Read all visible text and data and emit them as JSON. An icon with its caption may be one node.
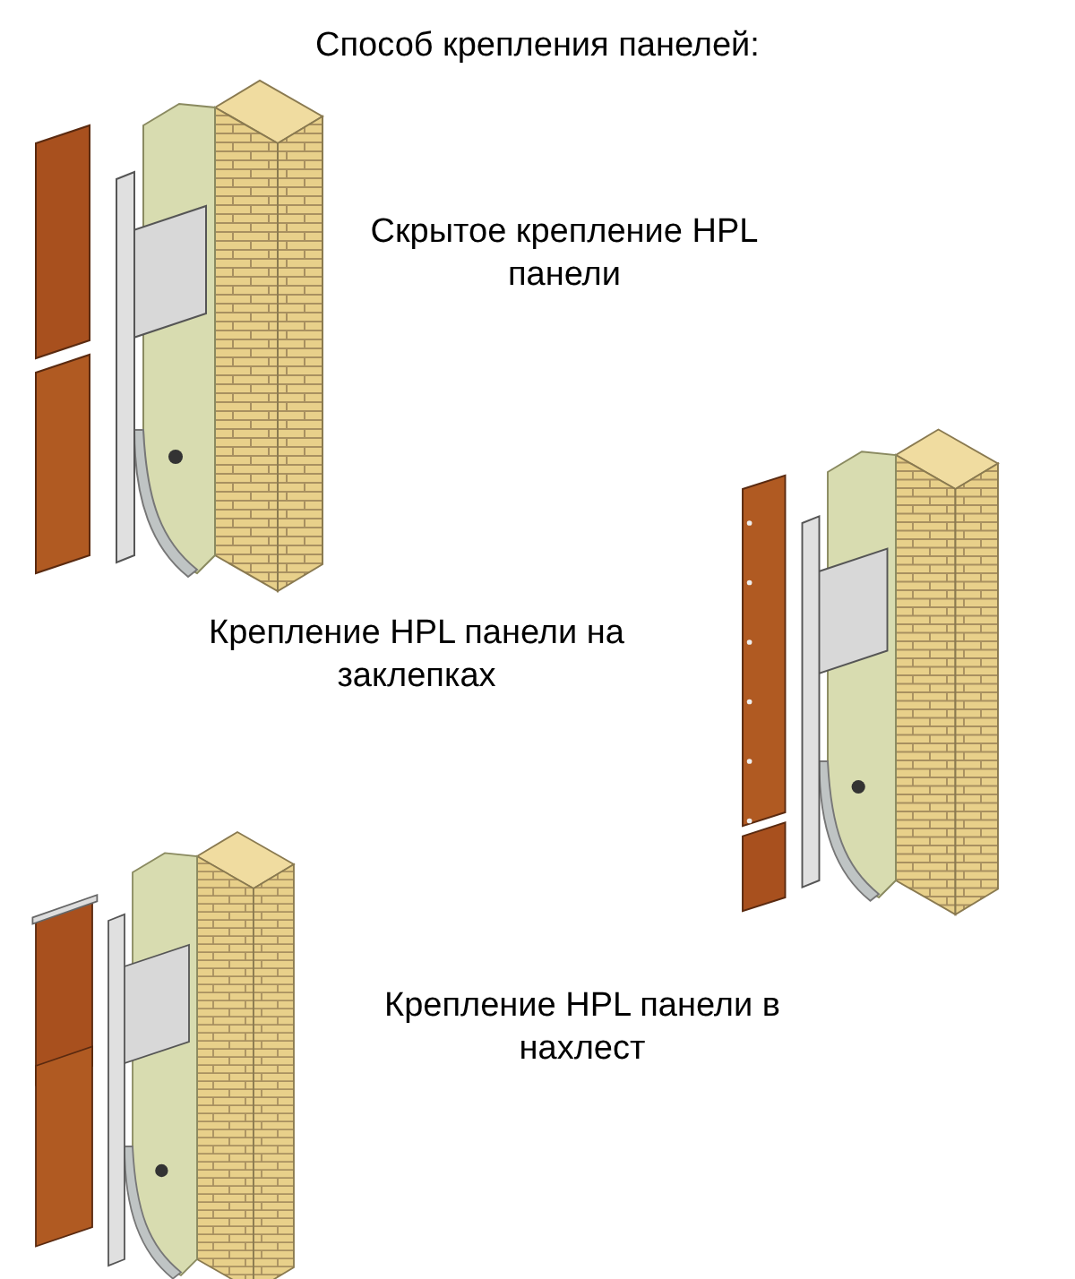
{
  "diagram": {
    "title": "Способ крепления панелей:",
    "labels": [
      "Скрытое крепление HPL панели",
      "Крепление HPL панели на заклепках",
      "Крепление HPL панели в нахлест"
    ]
  }
}
